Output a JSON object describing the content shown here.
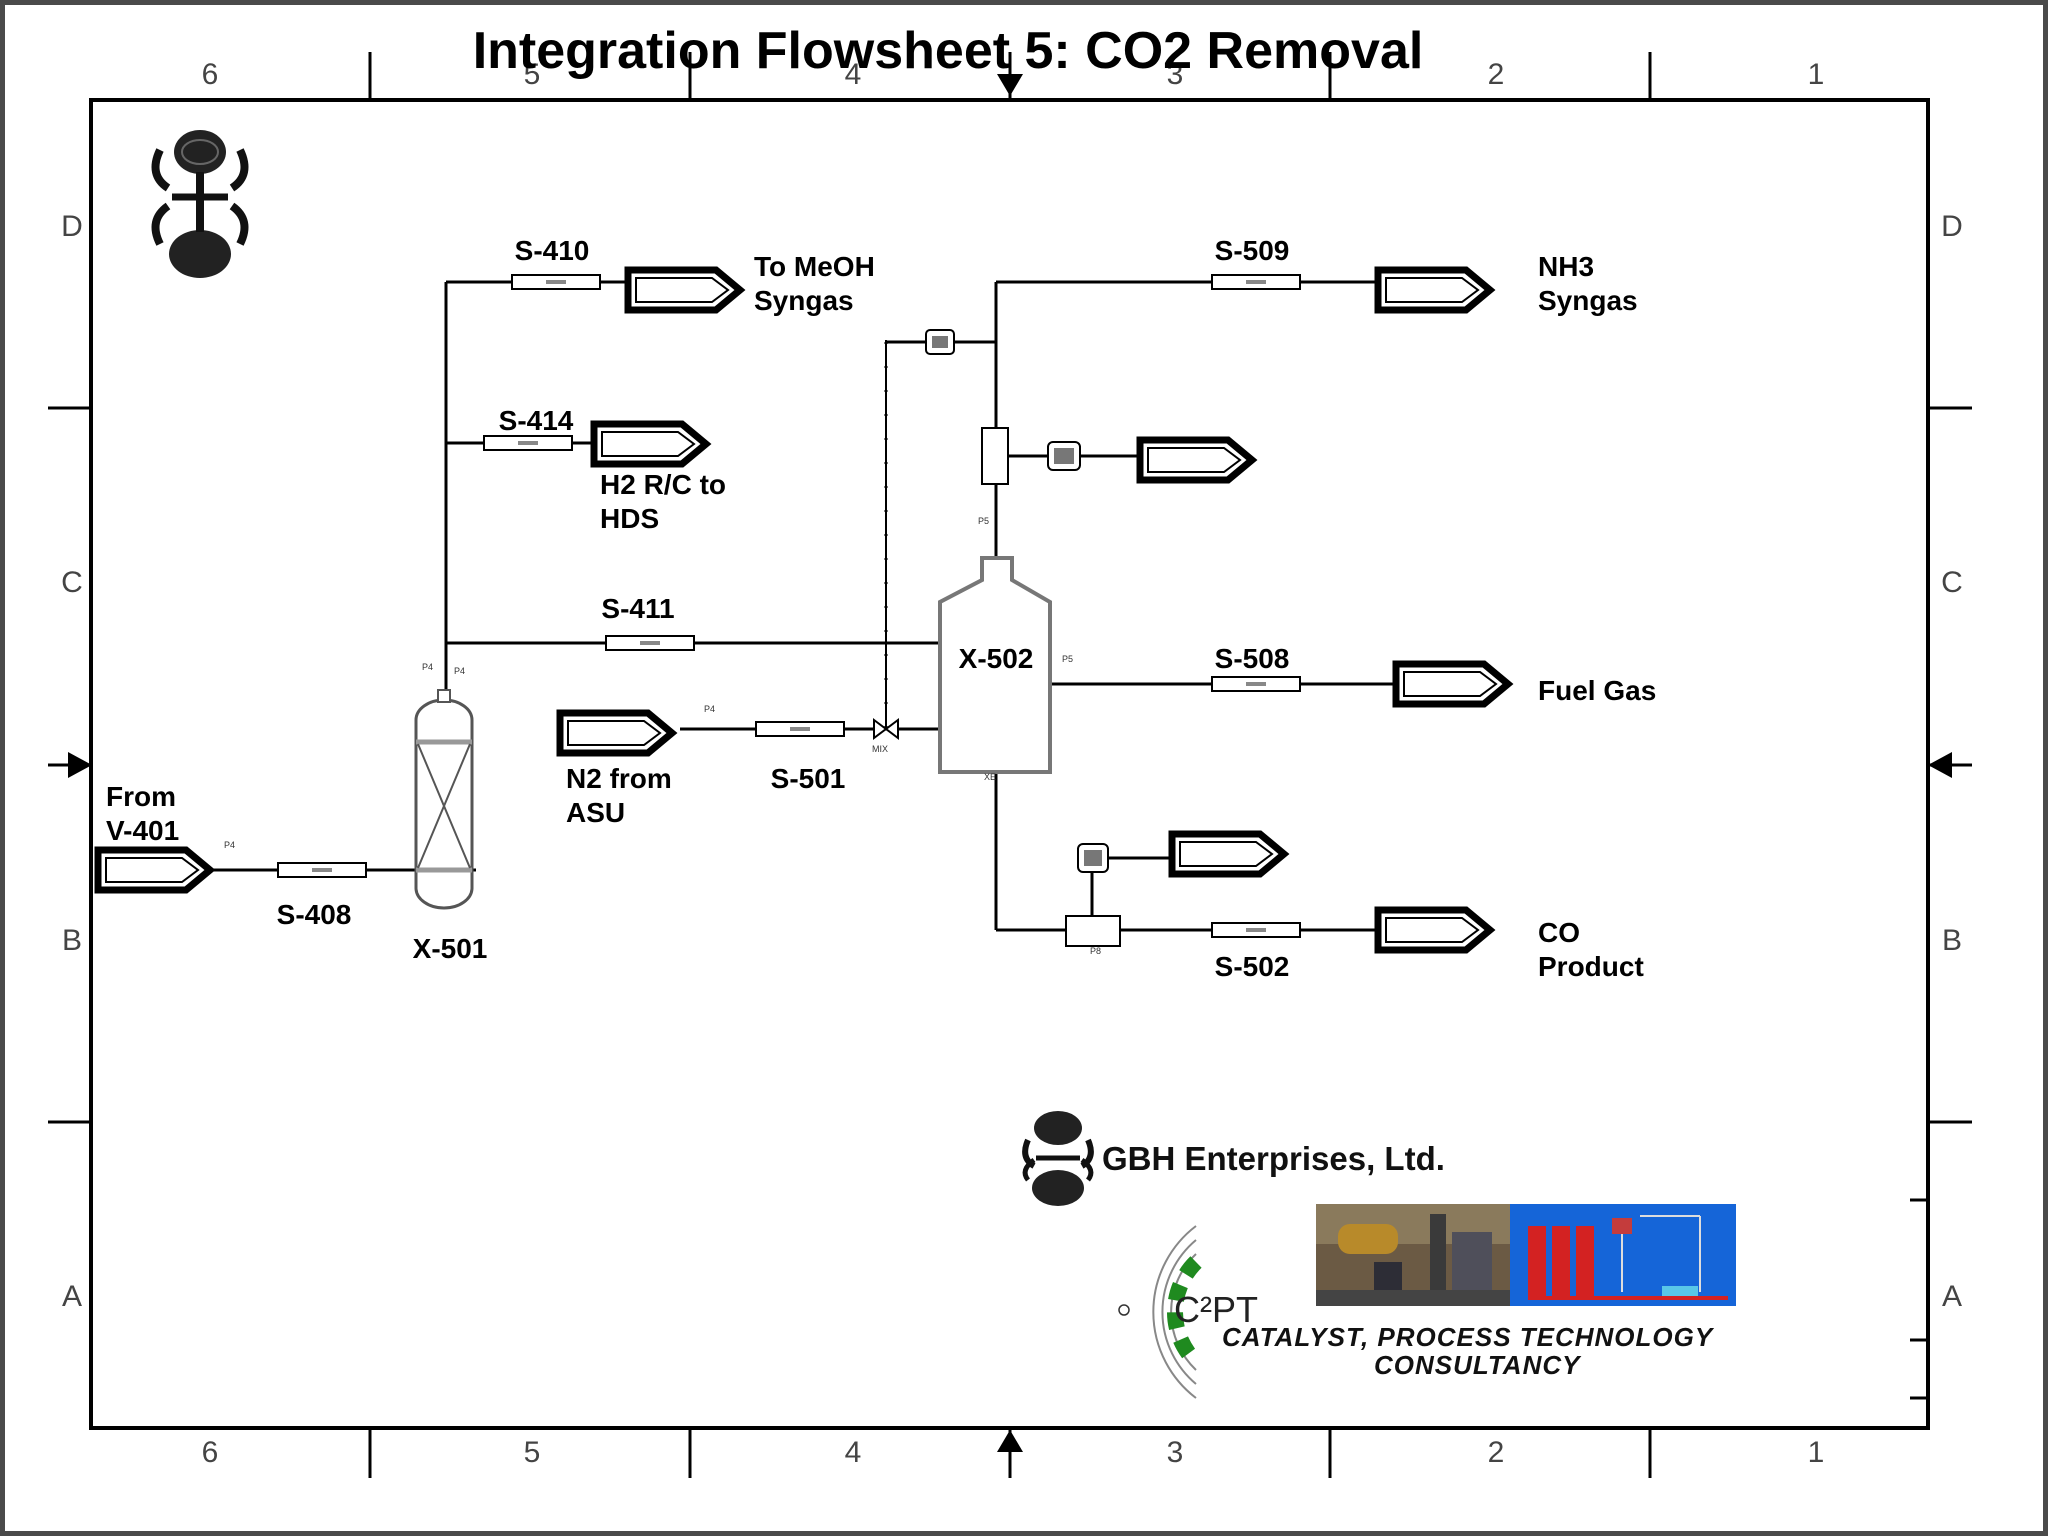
{
  "title": "Integration Flowsheet 5: CO2 Removal",
  "grid": {
    "columns": [
      "6",
      "5",
      "4",
      "3",
      "2",
      "1"
    ],
    "rows": [
      "D",
      "C",
      "B",
      "A"
    ]
  },
  "streams": {
    "s410": "S-410",
    "s414": "S-414",
    "s411": "S-411",
    "s408": "S-408",
    "s501": "S-501",
    "s509": "S-509",
    "s508": "S-508",
    "s502": "S-502"
  },
  "equipment": {
    "x501": "X-501",
    "x502": "X-502"
  },
  "terminals": {
    "to_meoh": [
      "To MeOH",
      "Syngas"
    ],
    "h2_rc": [
      "H2 R/C to",
      "HDS"
    ],
    "from_v401": [
      "From",
      "V-401"
    ],
    "n2_asu": [
      "N2 from",
      "ASU"
    ],
    "nh3": [
      "NH3",
      "Syngas"
    ],
    "fuel_gas": "Fuel Gas",
    "co_product": [
      "CO",
      "Product"
    ]
  },
  "logos": {
    "company": "GBH Enterprises, Ltd.",
    "c2pt_mark": "C²PT",
    "consultancy": [
      "CATALYST, PROCESS TECHNOLOGY",
      "CONSULTANCY"
    ]
  },
  "colors": {
    "line": "#000000",
    "frame": "#3a3a3a",
    "accent_green": "#1f8a1f",
    "photo_blue": "#1565d8",
    "photo_red": "#d32222"
  }
}
